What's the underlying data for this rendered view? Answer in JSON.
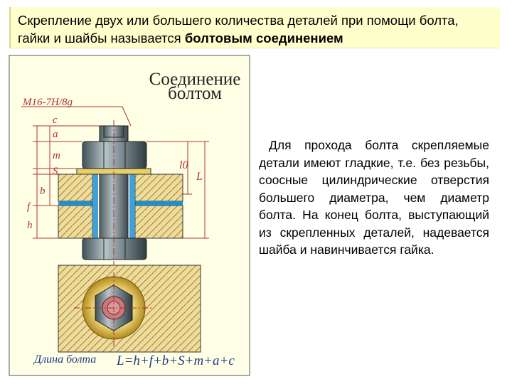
{
  "slide": {
    "header": {
      "text_normal": "Скрепление двух или большего количества деталей при помощи болта, гайки и шайбы называется ",
      "text_bold": "болтовым соединением"
    },
    "body_text": "Для прохода болта скрепляемые детали имеют гладкие, т.е. без резьбы, соосные цилиндрические отверстия большего диаметра, чем диаметр болта. На конец болта, выступающий из скрепленных деталей, надевается шайба и навинчивается гайка."
  },
  "figure": {
    "title_line1": "Соединение",
    "title_line2": "болтом",
    "thread_label": "M16-7H/8g",
    "dims_left": [
      "c",
      "a",
      "m",
      "S",
      "b",
      "f",
      "h"
    ],
    "dims_right": [
      "l0",
      "L"
    ],
    "formula_label": "Длина болта",
    "formula": "L=h+f+b+S+m+a+c"
  },
  "colors": {
    "header_bg": "#ffffcc",
    "figure_bg": "#ffffe6",
    "steel": "#8a9aa0",
    "dim_red": "#b03030",
    "hole_blue": "#1e90d0"
  }
}
